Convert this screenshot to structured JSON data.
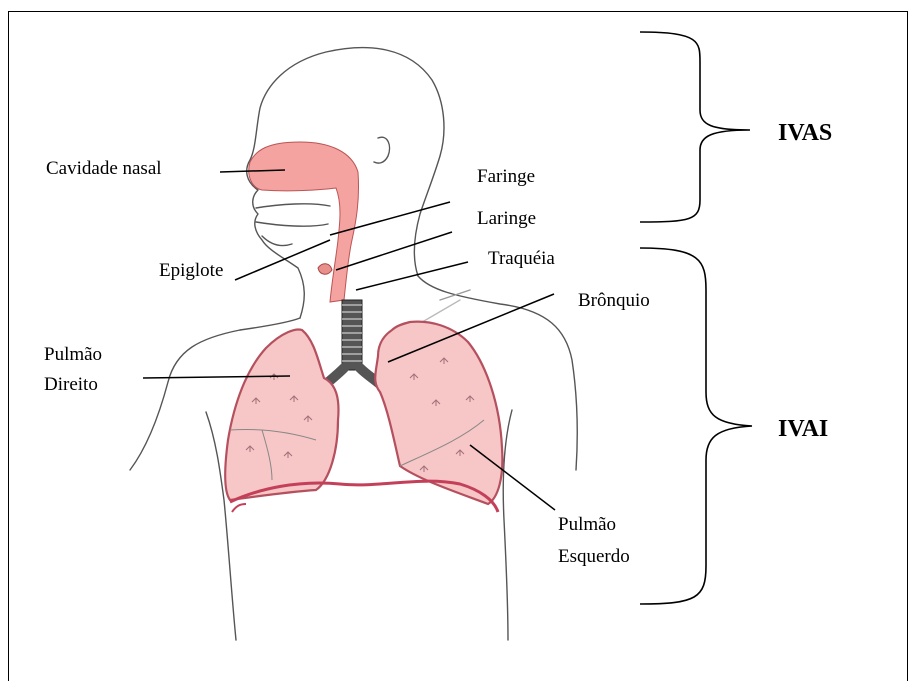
{
  "labels": {
    "cavidade_nasal": "Cavidade nasal",
    "faringe": "Faringe",
    "laringe": "Laringe",
    "epiglote": "Epiglote",
    "traqueia": "Traquéia",
    "bronquio": "Brônquio",
    "pulmao_direito_1": "Pulmão",
    "pulmao_direito_2": "Direito",
    "pulmao_esquerdo_1": "Pulmão",
    "pulmao_esquerdo_2": "Esquerdo"
  },
  "groups": {
    "upper": "IVAS",
    "lower": "IVAI"
  },
  "colors": {
    "organ_fill": "#f4a3a0",
    "lung_fill": "#f7c6c6",
    "lung_border": "#b5505f",
    "diaphragm": "#c4405a"
  }
}
